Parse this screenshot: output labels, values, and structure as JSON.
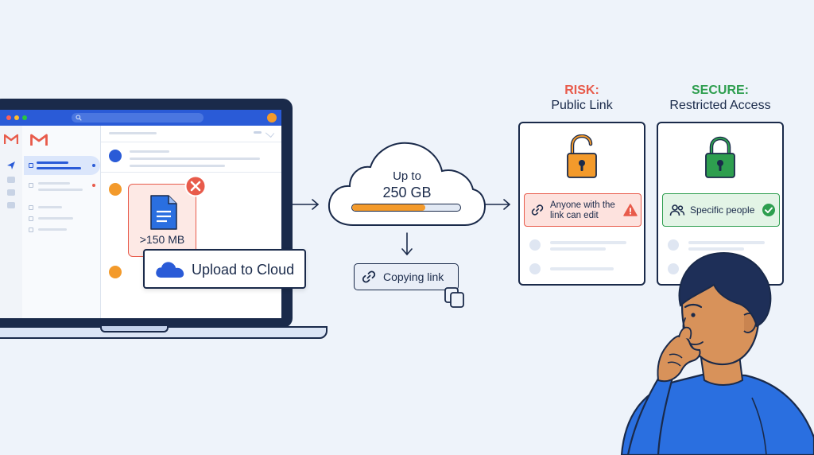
{
  "attachment": {
    "size_label": ">150 MB"
  },
  "upload": {
    "label": "Upload to Cloud"
  },
  "cloud": {
    "line1": "Up to",
    "line2": "250 GB",
    "progress": 0.68
  },
  "copy": {
    "label": "Copying link"
  },
  "risk_panel": {
    "tag": "RISK:",
    "title": "Public Link",
    "badge_line1": "Anyone with the",
    "badge_line2": "link can edit"
  },
  "secure_panel": {
    "tag": "SECURE:",
    "title": "Restricted Access",
    "badge": "Specific people"
  },
  "colors": {
    "navy": "#1a2a4a",
    "blue": "#2a5bd7",
    "orange": "#f39a2b",
    "red": "#e85b4b",
    "green": "#2e9e4f",
    "background": "#eef3fa"
  },
  "icons": {
    "mail_logo": "gmail-logo-icon",
    "document": "document-icon",
    "error": "error-x-icon",
    "cloud": "cloud-icon",
    "link": "link-icon",
    "copy": "copy-icon",
    "unlocked": "unlocked-padlock-icon",
    "locked": "locked-padlock-icon",
    "warning": "warning-icon",
    "people": "people-icon",
    "check": "check-circle-icon"
  }
}
